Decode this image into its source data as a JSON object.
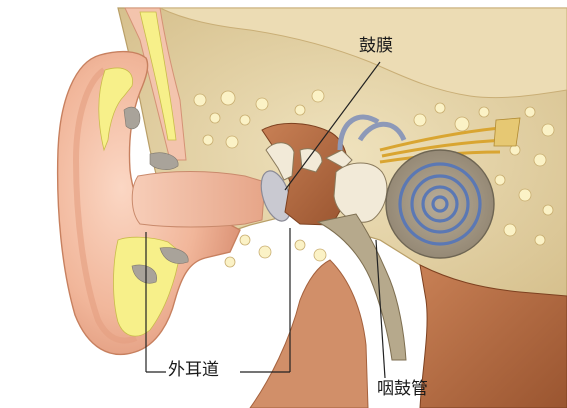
{
  "labels": {
    "eardrum": "鼓膜",
    "ear_canal": "外耳道",
    "eustachian_tube": "咽鼓管"
  },
  "colors": {
    "skin": "#f1b69a",
    "bone": "#e5d3a6",
    "marrow": "#f4e9a8",
    "cartilage": "#f7f08a",
    "tissue": "#b56a3e",
    "cochlea": "#a79a86",
    "cochlea_stripe": "#5b78b4",
    "leader": "#222222"
  }
}
